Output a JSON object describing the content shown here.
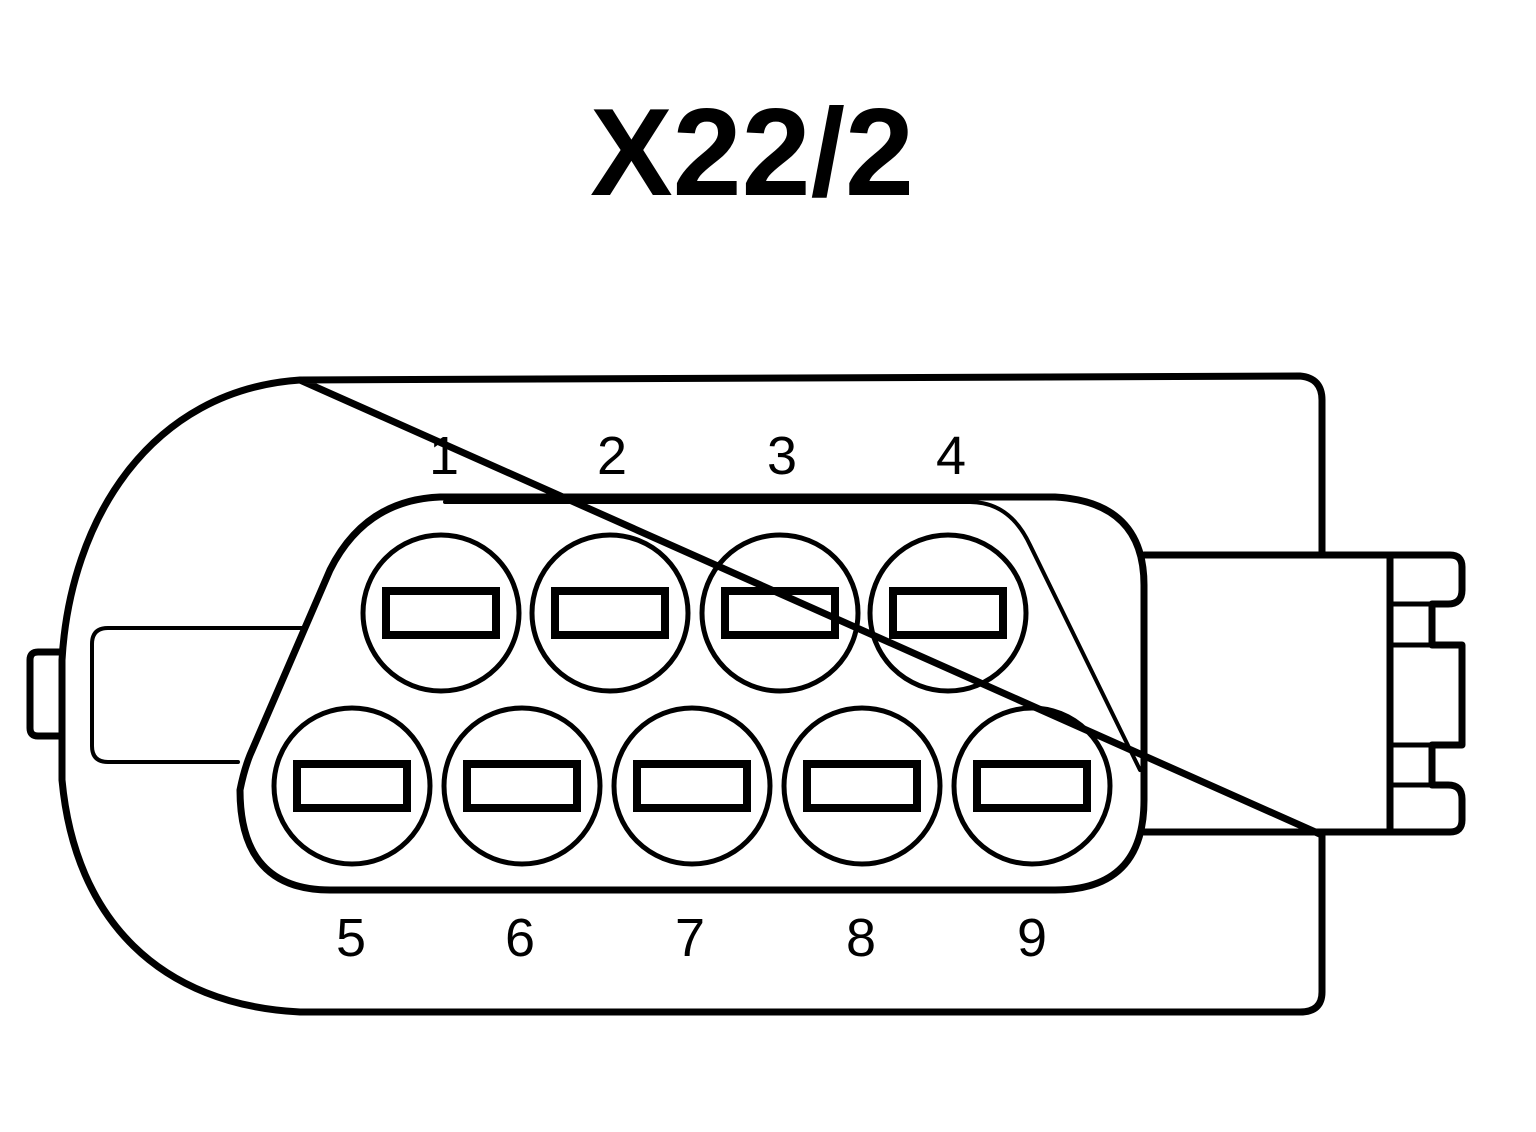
{
  "title": "X22/2",
  "pins": {
    "top": [
      {
        "label": "1"
      },
      {
        "label": "2"
      },
      {
        "label": "3"
      },
      {
        "label": "4"
      }
    ],
    "bottom": [
      {
        "label": "5"
      },
      {
        "label": "6"
      },
      {
        "label": "7"
      },
      {
        "label": "8"
      },
      {
        "label": "9"
      }
    ]
  }
}
